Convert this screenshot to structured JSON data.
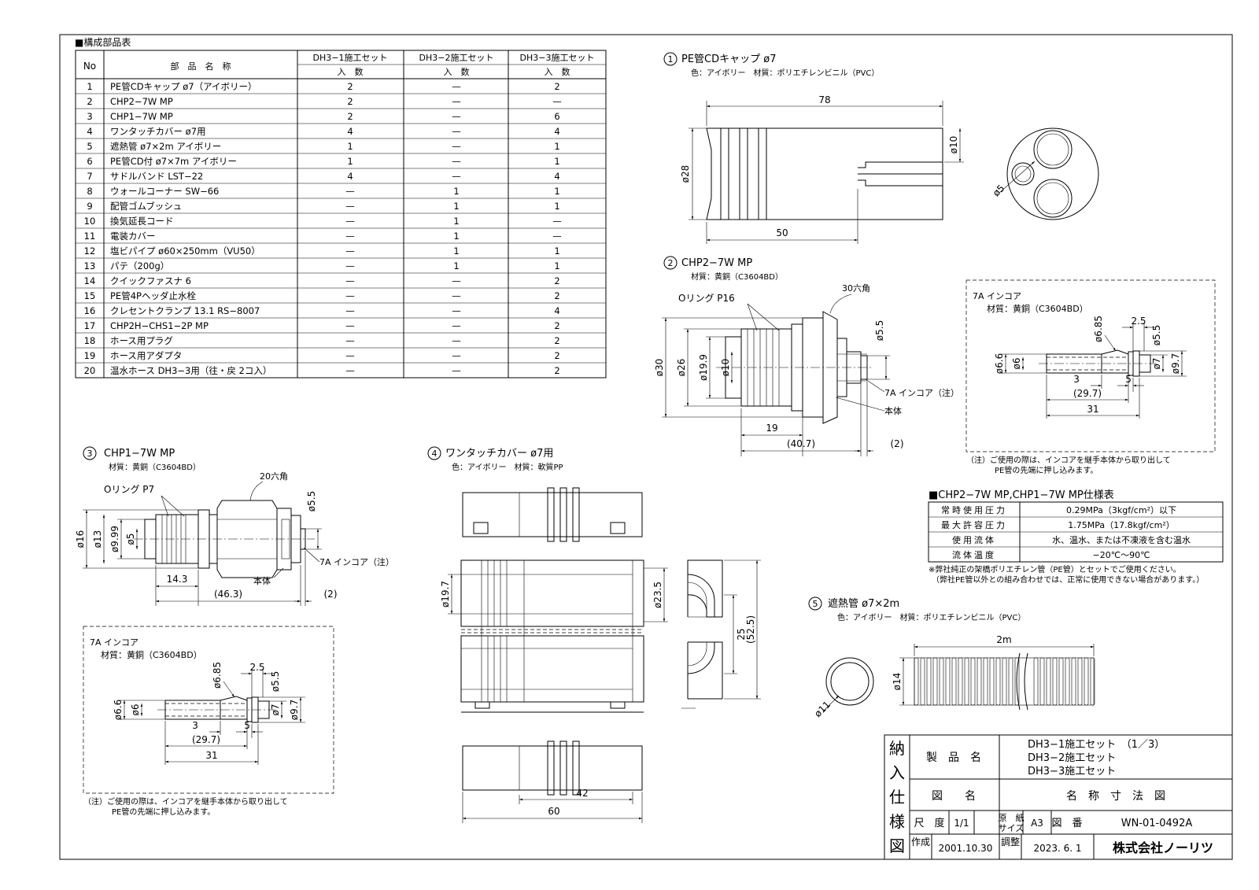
{
  "parts_table": {
    "heading": "■構成部品表",
    "col_no": "No",
    "col_name": "部　品　名　称",
    "sets": [
      "DH3−1施工セット",
      "DH3−2施工セット",
      "DH3−3施工セット"
    ],
    "qty_label": "入　数",
    "rows": [
      [
        "1",
        "PE管CDキャップ ø7（アイボリー）",
        "2",
        "—",
        "2"
      ],
      [
        "2",
        "CHP2−7W MP",
        "2",
        "—",
        "—"
      ],
      [
        "3",
        "CHP1−7W MP",
        "2",
        "—",
        "6"
      ],
      [
        "4",
        "ワンタッチカバー ø7用",
        "4",
        "—",
        "4"
      ],
      [
        "5",
        "遮熱管 ø7×2m アイボリー",
        "1",
        "—",
        "1"
      ],
      [
        "6",
        "PE管CD付 ø7×7m アイボリー",
        "1",
        "—",
        "1"
      ],
      [
        "7",
        "サドルバンド LST−22",
        "4",
        "—",
        "4"
      ],
      [
        "8",
        "ウォールコーナー SW−66",
        "—",
        "1",
        "1"
      ],
      [
        "9",
        "配管ゴムブッシュ",
        "—",
        "1",
        "1"
      ],
      [
        "10",
        "換気延長コード",
        "—",
        "1",
        "—"
      ],
      [
        "11",
        "電装カバー",
        "—",
        "1",
        "—"
      ],
      [
        "12",
        "塩ビパイプ ø60×250mm（VU50）",
        "—",
        "1",
        "1"
      ],
      [
        "13",
        "パテ（200g）",
        "—",
        "1",
        "1"
      ],
      [
        "14",
        "クイックファスナ 6",
        "—",
        "—",
        "2"
      ],
      [
        "15",
        "PE管4Pヘッダ止水栓",
        "—",
        "—",
        "2"
      ],
      [
        "16",
        "クレセントクランプ 13.1 RS−8007",
        "—",
        "—",
        "4"
      ],
      [
        "17",
        "CHP2H−CHS1−2P MP",
        "—",
        "—",
        "2"
      ],
      [
        "18",
        "ホース用プラグ",
        "—",
        "—",
        "2"
      ],
      [
        "19",
        "ホース用アダプタ",
        "—",
        "—",
        "2"
      ],
      [
        "20",
        "温水ホース DH3−3用（往・戻 2コ入）",
        "—",
        "—",
        "2"
      ]
    ]
  },
  "part1": {
    "num": "1",
    "title": "PE管CDキャップ ø7",
    "spec": "色：アイボリー　材質：ポリエチレンビニル（PVC）",
    "dims": {
      "d78": "78",
      "d50": "50",
      "d28": "ø28",
      "d10": "ø10",
      "d5": "ø5"
    }
  },
  "part2": {
    "num": "2",
    "title": "CHP2−7W MP",
    "spec": "材質：黄銅（C3604BD）",
    "labels": {
      "oring": "Oリング P16",
      "hex": "30六角",
      "incore": "7A インコア（注）",
      "body": "本体"
    },
    "dims": {
      "d30": "ø30",
      "d26": "ø26",
      "d19_9": "ø19.9",
      "d10": "ø10",
      "d5_5": "ø5.5",
      "l19": "19",
      "l40_7": "(40.7)",
      "l2": "(2)"
    }
  },
  "incore_detail": {
    "title": "7A インコア",
    "spec": "材質：黄銅（C3604BD）",
    "dims": {
      "d6_6": "ø6.6",
      "d6": "ø6",
      "d6_85": "ø6.85",
      "l2_5": "2.5",
      "d5_5": "ø5.5",
      "d7": "ø7",
      "d9_7": "ø9.7",
      "l3": "3",
      "l5": "5",
      "l29_7": "(29.7)",
      "l31": "31"
    },
    "note1": "（注）ご使用の際は、インコアを継手本体から取り出して",
    "note2": "PE管の先端に押し込みます。"
  },
  "part3": {
    "num": "3",
    "title": "CHP1−7W MP",
    "spec": "材質：黄銅（C3604BD）",
    "labels": {
      "oring": "Oリング P7",
      "hex": "20六角",
      "incore": "7A インコア（注）",
      "body": "本体"
    },
    "dims": {
      "d16": "ø16",
      "d13": "ø13",
      "d9_99": "ø9.99",
      "d5": "ø5",
      "d5_5": "ø5.5",
      "l14_3": "14.3",
      "l46_3": "(46.3)",
      "l2": "(2)"
    }
  },
  "part4": {
    "num": "4",
    "title": "ワンタッチカバー ø7用",
    "spec": "色：アイボリー　材質：軟質PP",
    "dims": {
      "d19_7": "ø19.7",
      "d23_5": "ø23.5",
      "l25": "25",
      "l52_5": "(52.5)",
      "l42": "42",
      "l60": "60"
    }
  },
  "part5": {
    "num": "5",
    "title": "遮熱管 ø7×2m",
    "spec": "色：アイボリー　材質：ポリエチレンビニル（PVC）",
    "dims": {
      "l2m": "2m",
      "d14": "ø14",
      "d11": "ø11"
    }
  },
  "spec_table": {
    "title": "■CHP2−7W MP,CHP1−7W MP仕様表",
    "rows": [
      [
        "常時使用圧力",
        "0.29MPa（3kgf/cm²）以下"
      ],
      [
        "最大許容圧力",
        "1.75MPa（17.8kgf/cm²）"
      ],
      [
        "使用流体",
        "水、温水、または不凍液を含む温水"
      ],
      [
        "流体温度",
        "−20℃〜90℃"
      ]
    ],
    "note1": "※弊社純正の架橋ポリエチレン管（PE管）とセットでご使用ください。",
    "note2": "（弊社PE管以外との組み合わせでは、正常に使用できない場合があります。）"
  },
  "title_block": {
    "side": [
      "納",
      "入",
      "仕",
      "様",
      "図"
    ],
    "product_label": "製　品　名",
    "product_lines": [
      "DH3−1施工セット　（1／3）",
      "DH3−2施工セット",
      "DH3−3施工セット"
    ],
    "drawing_label": "図　　名",
    "drawing_name": "名　称　寸　法　図",
    "scale_label": "尺　度",
    "scale_value": "1/1",
    "paper_label1": "原　紙",
    "paper_label2": "サイズ",
    "paper_value": "A3",
    "dwg_no_label": "図　番",
    "dwg_no": "WN-01-0492A",
    "made_label": "作成",
    "made_date": "2001.10.30",
    "adj_label": "調整",
    "adj_date": "2023. 6. 1",
    "company": "株式会社ノーリツ"
  }
}
